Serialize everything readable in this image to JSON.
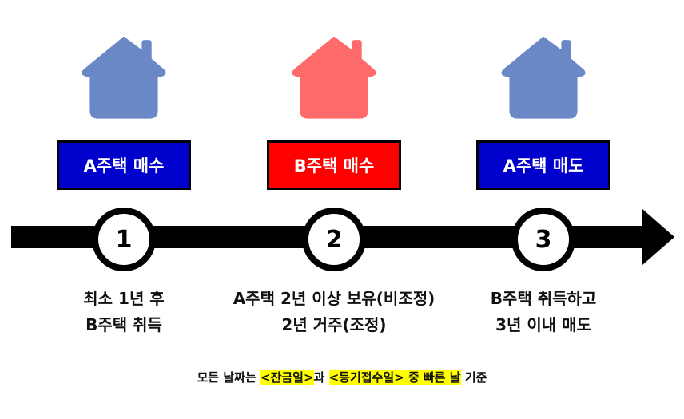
{
  "colors": {
    "house_a": "#6a88c6",
    "house_b": "#ff6b6b",
    "box_a": "#0000cc",
    "box_b": "#ff0000"
  },
  "steps": [
    {
      "number": "1",
      "label": "A주택 매수",
      "desc_line1": "최소 1년 후",
      "desc_line2": "B주택 취득"
    },
    {
      "number": "2",
      "label": "B주택 매수",
      "desc_line1": "A주택 2년 이상 보유(비조정)",
      "desc_line2": "2년 거주(조정)"
    },
    {
      "number": "3",
      "label": "A주택 매도",
      "desc_line1": "B주택 취득하고",
      "desc_line2": "3년 이내 매도"
    }
  ],
  "footer": {
    "part1": "모든 날짜는 ",
    "highlight1": "<잔금일>",
    "part2": "과 ",
    "highlight2": "<등기접수일> 중 빠른 날",
    "part3": " 기준"
  }
}
